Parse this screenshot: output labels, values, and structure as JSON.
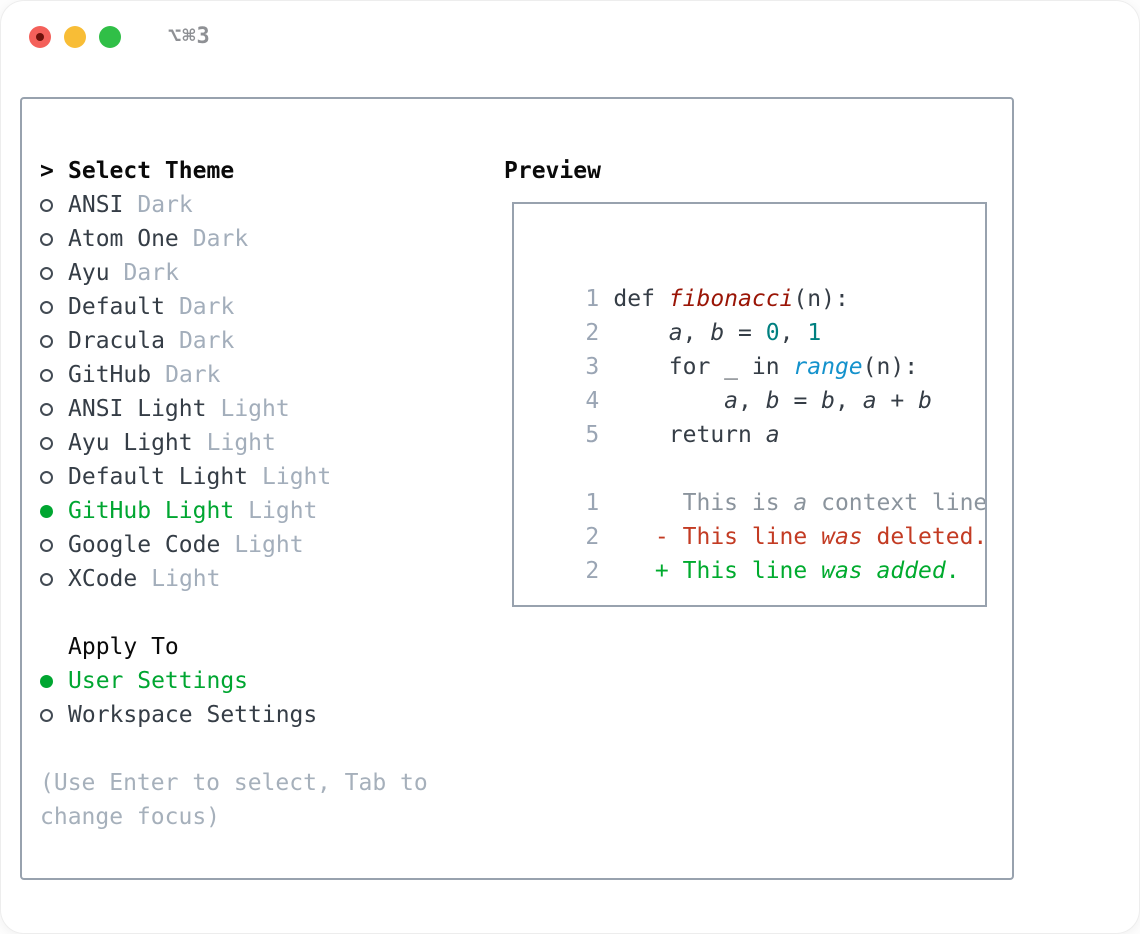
{
  "window": {
    "title": "⌥⌘3"
  },
  "theme_list": {
    "header_prefix": ">",
    "header": "Select Theme",
    "items": [
      {
        "name": "ANSI",
        "variant": "Dark",
        "selected": false
      },
      {
        "name": "Atom One",
        "variant": "Dark",
        "selected": false
      },
      {
        "name": "Ayu",
        "variant": "Dark",
        "selected": false
      },
      {
        "name": "Default",
        "variant": "Dark",
        "selected": false
      },
      {
        "name": "Dracula",
        "variant": "Dark",
        "selected": false
      },
      {
        "name": "GitHub",
        "variant": "Dark",
        "selected": false
      },
      {
        "name": "ANSI Light",
        "variant": "Light",
        "selected": false
      },
      {
        "name": "Ayu Light",
        "variant": "Light",
        "selected": false
      },
      {
        "name": "Default Light",
        "variant": "Light",
        "selected": false
      },
      {
        "name": "GitHub Light",
        "variant": "Light",
        "selected": true
      },
      {
        "name": "Google Code",
        "variant": "Light",
        "selected": false
      },
      {
        "name": "XCode",
        "variant": "Light",
        "selected": false
      }
    ]
  },
  "apply_to": {
    "label": "Apply To",
    "options": [
      {
        "label": "User Settings",
        "selected": true
      },
      {
        "label": "Workspace Settings",
        "selected": false
      }
    ]
  },
  "help_text": "(Use Enter to select, Tab to change focus)",
  "preview": {
    "label": "Preview",
    "code": {
      "lines": [
        {
          "num": "1",
          "tokens": [
            [
              "def ",
              "p"
            ],
            [
              "fibonacci",
              "fn"
            ],
            [
              "(n):",
              "p"
            ]
          ]
        },
        {
          "num": "2",
          "tokens": [
            [
              "    ",
              "p"
            ],
            [
              "a",
              "pi"
            ],
            [
              ", ",
              "p"
            ],
            [
              "b",
              "pi"
            ],
            [
              " = ",
              "p"
            ],
            [
              "0",
              "num"
            ],
            [
              ", ",
              "p"
            ],
            [
              "1",
              "num"
            ]
          ]
        },
        {
          "num": "3",
          "tokens": [
            [
              "    for _ in ",
              "p"
            ],
            [
              "range",
              "bi"
            ],
            [
              "(n):",
              "p"
            ]
          ]
        },
        {
          "num": "4",
          "tokens": [
            [
              "        ",
              "p"
            ],
            [
              "a",
              "pi"
            ],
            [
              ", ",
              "p"
            ],
            [
              "b",
              "pi"
            ],
            [
              " = ",
              "p"
            ],
            [
              "b",
              "pi"
            ],
            [
              ", ",
              "p"
            ],
            [
              "a",
              "pi"
            ],
            [
              " + ",
              "p"
            ],
            [
              "b",
              "pi"
            ]
          ]
        },
        {
          "num": "5",
          "tokens": [
            [
              "    return ",
              "p"
            ],
            [
              "a",
              "pi"
            ]
          ]
        }
      ]
    },
    "diff": {
      "lines": [
        {
          "num": "1",
          "tokens": [
            [
              "     This is ",
              "ctx"
            ],
            [
              "a",
              "ctxi"
            ],
            [
              " context line.",
              "ctx"
            ]
          ]
        },
        {
          "num": "2",
          "tokens": [
            [
              "   - This line ",
              "del"
            ],
            [
              "was",
              "deli"
            ],
            [
              " deleted.",
              "del"
            ]
          ]
        },
        {
          "num": "2",
          "tokens": [
            [
              "   + This line ",
              "add"
            ],
            [
              "was",
              "addi"
            ],
            [
              " ",
              "add"
            ],
            [
              "added",
              "addi"
            ],
            [
              ".",
              "add"
            ]
          ]
        }
      ]
    }
  },
  "colors": {
    "accent_green": "#00a631",
    "ink": "#353d46",
    "muted_gray": "#a3aebb",
    "line_number_gray": "#9aa5b4",
    "context_gray": "#8b949d",
    "deleted_red": "#c33b23",
    "added_green": "#00ab2e",
    "function_red": "#9a1506",
    "number_teal": "#008080",
    "builtin_blue": "#1492cc",
    "border_gray": "#98a2ae",
    "header_black": "#0a0a0a",
    "help_gray": "#a6b0bb",
    "title_gray": "#8e9094",
    "traffic_red": "#f4605a",
    "traffic_red_dot": "#6e120b",
    "traffic_yellow": "#f8bd36",
    "traffic_green": "#30bf47"
  }
}
